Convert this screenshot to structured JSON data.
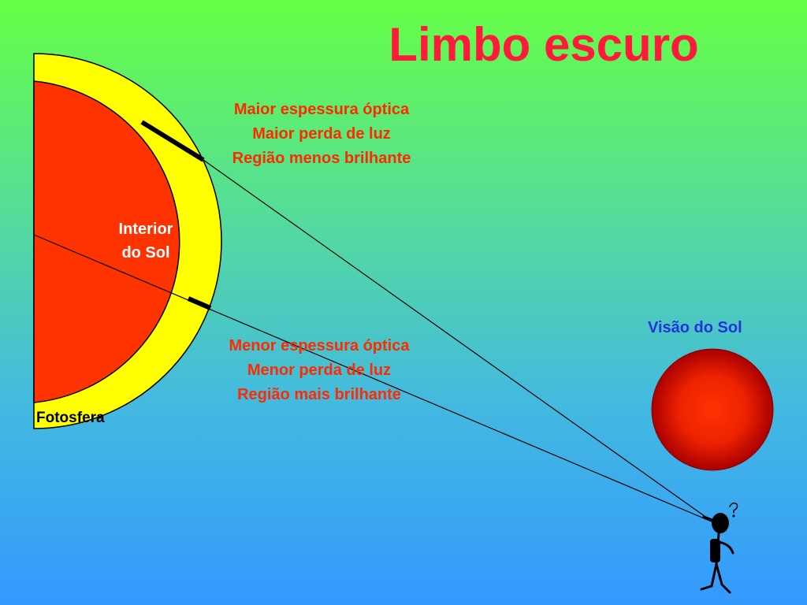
{
  "title": "Limbo escuro",
  "upper_annotation": {
    "lines": [
      "Maior espessura óptica",
      "Maior perda de luz",
      "Região menos brilhante"
    ]
  },
  "lower_annotation": {
    "lines": [
      "Menor espessura óptica",
      "Menor perda de luz",
      "Região mais brilhante"
    ]
  },
  "interior_label": {
    "lines": [
      "Interior",
      "do Sol"
    ]
  },
  "photosphere_label": "Fotosfera",
  "sun_view_label": "Visão do Sol",
  "colors": {
    "title": "#ff1a3c",
    "annotation_text": "#ff2a00",
    "sun_view_text": "#2233dd",
    "photosphere_fill": "#ffff00",
    "interior_fill": "#ff3300",
    "sun_disk_center": "#ff3300",
    "sun_disk_edge": "#aa0000",
    "background_top": "#66ff44",
    "background_bottom": "#3399ff"
  },
  "icons": [
    "thinking-stick-figure-icon",
    "question-mark-icon"
  ]
}
